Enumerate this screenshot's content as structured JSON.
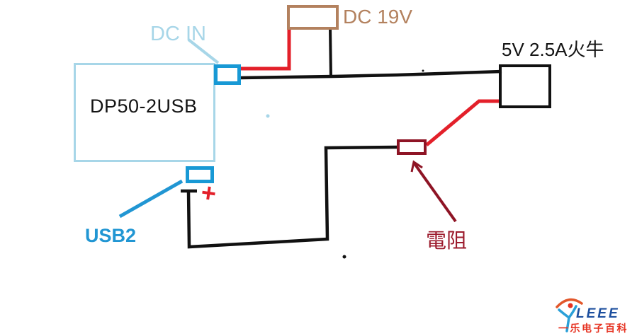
{
  "labels": {
    "module": "DP50-2USB",
    "dc_in": "DC IN",
    "dc_19v": "DC 19V",
    "adapter": "5V 2.5A火牛",
    "usb2": "USB2",
    "resistor": "電阻",
    "plus": "+"
  },
  "logo": {
    "brand": "LEEE",
    "caption": "一乐电子百科"
  },
  "colors": {
    "pale_blue": "#a7d6e8",
    "bright_blue": "#1899d5",
    "wire_red": "#e3202a",
    "resistor_maroon": "#8e1425",
    "plug_tan": "#b3815e",
    "wire_black": "#111111",
    "logo_blue": "#1d4f9e",
    "logo_red": "#e63322",
    "logo_orange": "#e2572b"
  }
}
